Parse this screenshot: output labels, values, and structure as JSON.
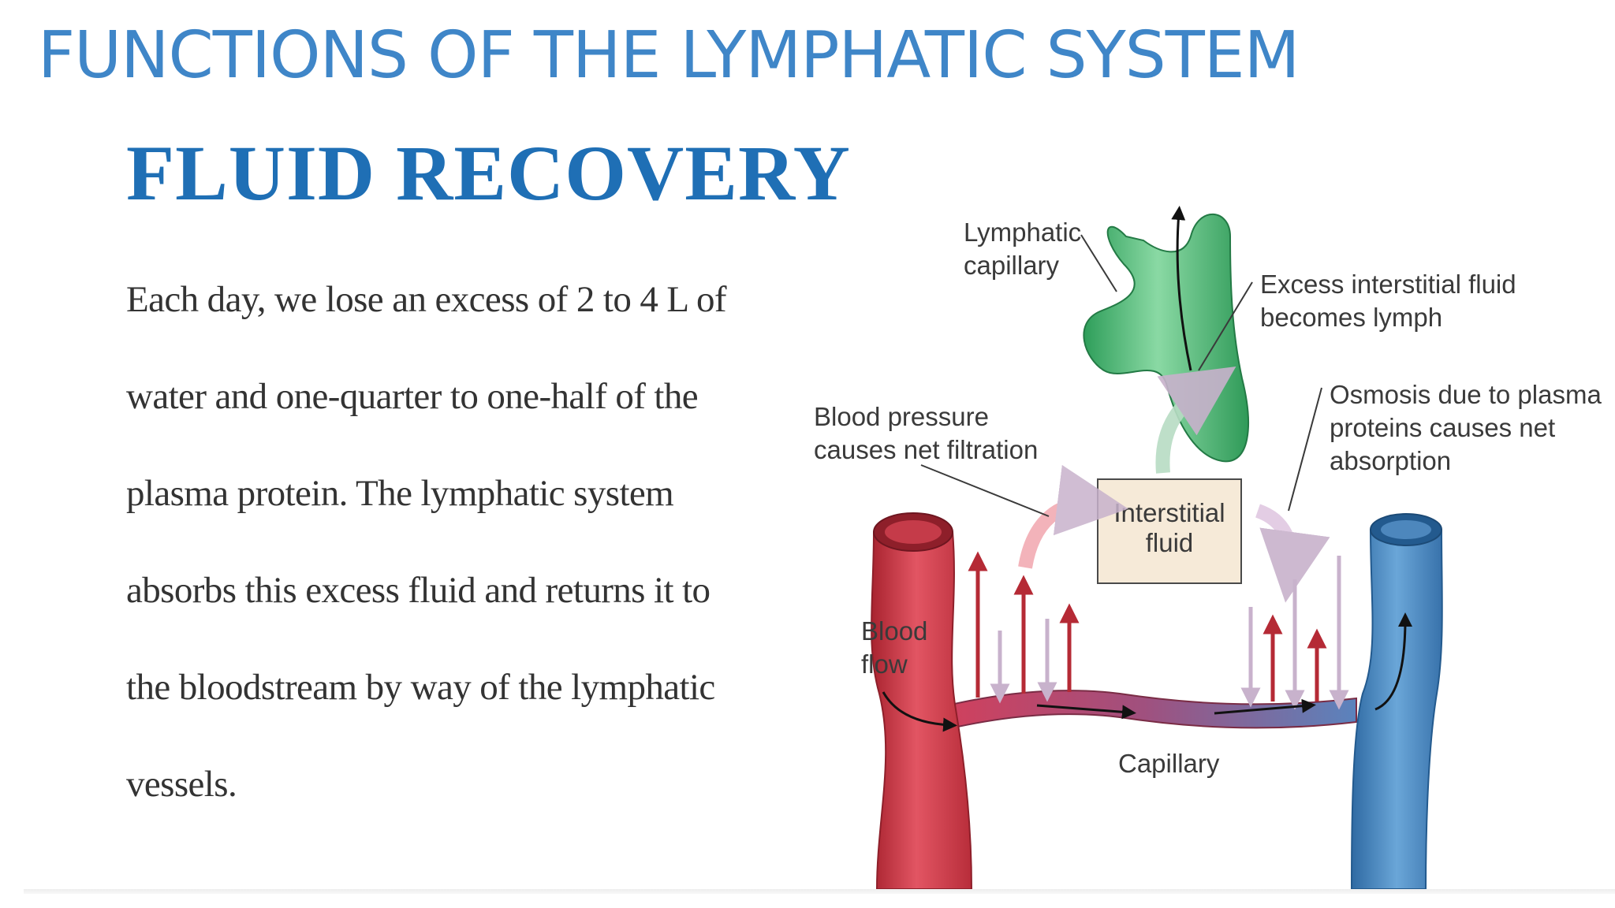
{
  "slide": {
    "title": "FUNCTIONS OF THE LYMPHATIC SYSTEM",
    "heading": "FLUID RECOVERY",
    "paragraph_lines": [
      "Each day, we lose an excess of 2 to 4 L of",
      "water and  one-quarter to one-half of the",
      "plasma protein. The  lymphatic system",
      "absorbs this excess fluid and  returns it to",
      "the bloodstream by way of the lymphatic",
      "vessels."
    ]
  },
  "diagram": {
    "labels": {
      "lymphatic_capillary": [
        "Lymphatic",
        "capillary"
      ],
      "excess_fluid": [
        "Excess interstitial fluid",
        "becomes lymph"
      ],
      "osmosis": [
        "Osmosis due to plasma",
        "proteins causes net",
        "absorption"
      ],
      "blood_pressure": [
        "Blood pressure",
        "causes net filtration"
      ],
      "interstitial_fluid": [
        "Interstitial",
        "fluid"
      ],
      "blood_flow": [
        "Blood",
        "flow"
      ],
      "capillary": "Capillary"
    },
    "colors": {
      "artery": "#d9414f",
      "vein": "#4f8cc4",
      "lymphatic": "#4cb873",
      "filtration_arrow": "#b52a35",
      "absorption_arrow": "#c8b2cc",
      "box_fill": "#f6ead8"
    }
  }
}
